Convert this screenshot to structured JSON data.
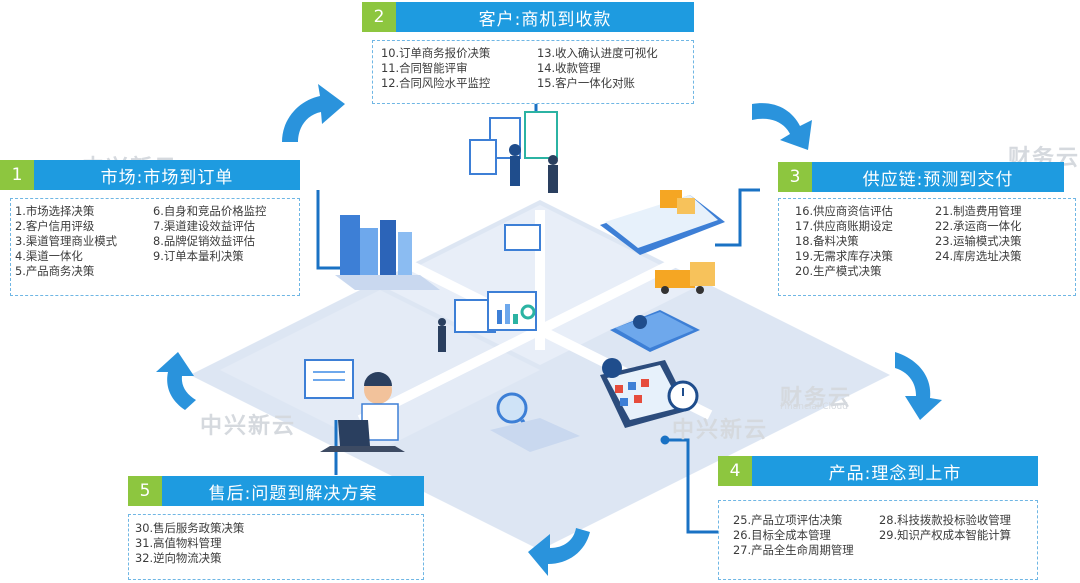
{
  "panels": [
    {
      "num": "1",
      "title": "市场:市场到订单",
      "col1": [
        "1.市场选择决策",
        "2.客户信用评级",
        "3.渠道管理商业模式",
        "4.渠道一体化",
        "5.产品商务决策"
      ],
      "col2": [
        "6.自身和竞品价格监控",
        "7.渠道建设效益评估",
        "8.品牌促销效益评估",
        "9.订单本量利决策"
      ]
    },
    {
      "num": "2",
      "title": "客户:商机到收款",
      "col1": [
        "10.订单商务报价决策",
        "11.合同智能评审",
        "12.合同风险水平监控"
      ],
      "col2": [
        "13.收入确认进度可视化",
        "14.收款管理",
        "15.客户一体化对账"
      ]
    },
    {
      "num": "3",
      "title": "供应链:预测到交付",
      "col1": [
        "16.供应商资信评估",
        "17.供应商账期设定",
        "18.备料决策",
        "19.无需求库存决策",
        "20.生产模式决策"
      ],
      "col2": [
        "21.制造费用管理",
        "22.承运商一体化",
        "23.运输模式决策",
        "24.库房选址决策"
      ]
    },
    {
      "num": "4",
      "title": "产品:理念到上市",
      "col1": [
        "25.产品立项评估决策",
        "26.目标全成本管理",
        "27.产品全生命周期管理"
      ],
      "col2": [
        "28.科技拨款投标验收管理",
        "29.知识产权成本智能计算"
      ]
    },
    {
      "num": "5",
      "title": "售后:问题到解决方案",
      "col1": [
        "30.售后服务政策决策",
        "31.高值物料管理",
        "32.逆向物流决策"
      ],
      "col2": []
    }
  ],
  "watermarks": {
    "zte": "中兴新云",
    "finance": "财务云",
    "finance_en": "Financial Cloud"
  },
  "colors": {
    "header": "#1e9be0",
    "number": "#8dc63f",
    "floor": "#dde6f3",
    "line": "#1a72c4",
    "arrow": "#2a93dc"
  }
}
